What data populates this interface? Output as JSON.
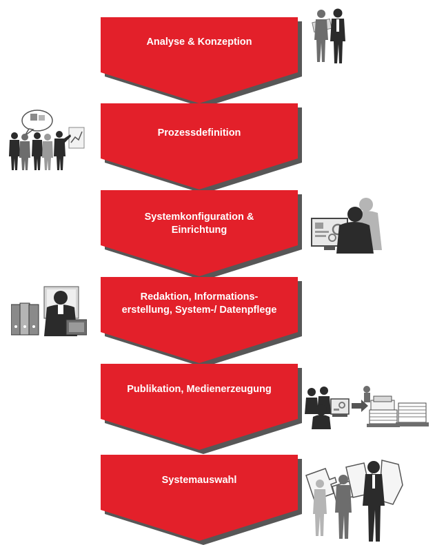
{
  "colors": {
    "step_fill": "#e3202a",
    "step_shadow": "#3a3a3a",
    "label": "#ffffff",
    "figure_dark": "#2b2b2b",
    "figure_mid": "#6d6d6d",
    "figure_light": "#b5b5b5"
  },
  "steps": [
    {
      "label": "Analyse & Konzeption",
      "icon": "planning-team-icon"
    },
    {
      "label": "Prozessdefinition",
      "icon": "presentation-meeting-icon"
    },
    {
      "label": "Systemkonfiguration &\nEinrichtung",
      "icon": "computer-workstation-icon"
    },
    {
      "label": "Redaktion, Informations-\nerstellung, System-/ Datenpflege",
      "icon": "office-editor-icon"
    },
    {
      "label": "Publikation, Medienerzeugung",
      "icon": "print-production-icon"
    },
    {
      "label": "Systemauswahl",
      "icon": "puzzle-team-icon"
    }
  ]
}
